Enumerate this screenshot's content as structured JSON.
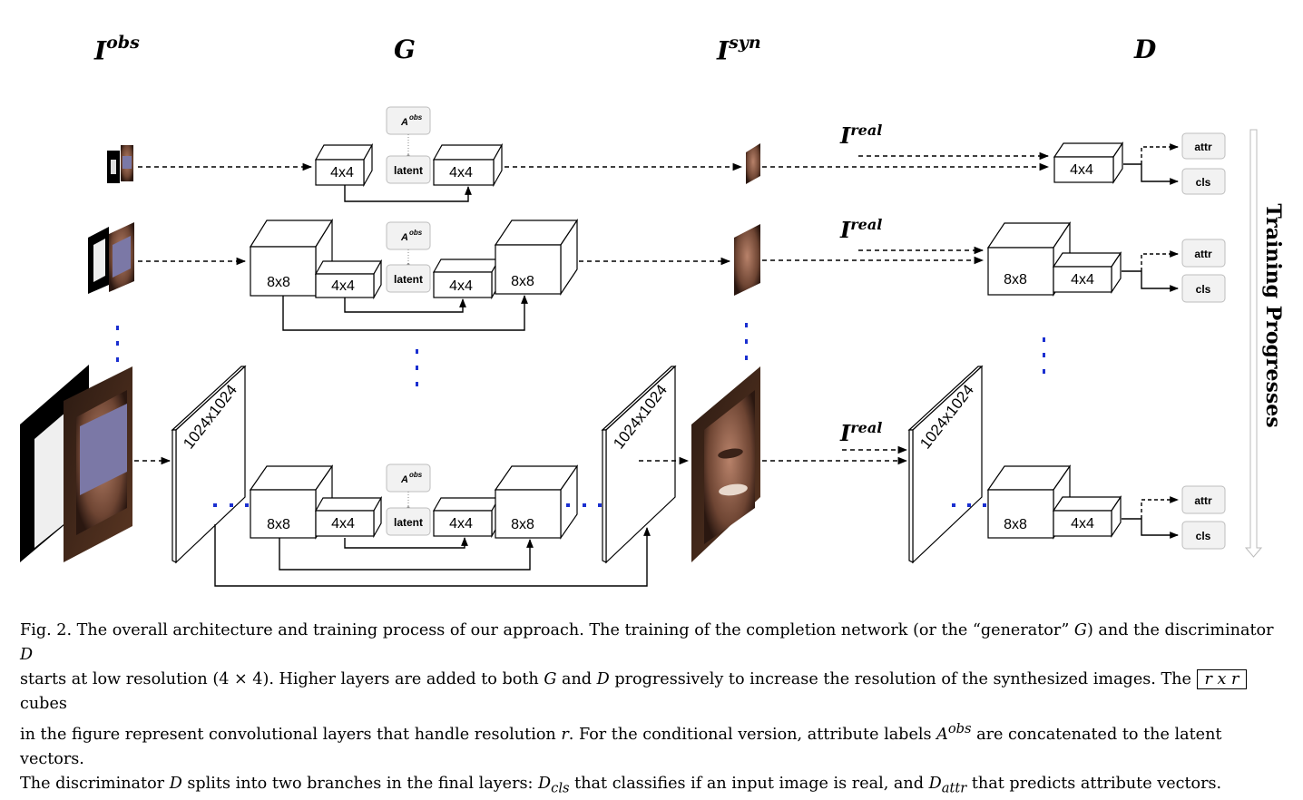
{
  "headers": {
    "iobs": {
      "base": "I",
      "sup": "obs"
    },
    "g": "G",
    "isyn": {
      "base": "I",
      "sup": "syn"
    },
    "d": "D"
  },
  "ireal": {
    "base": "I",
    "sup": "real"
  },
  "labels": {
    "aobs": "A",
    "aobs_sup": "obs",
    "latent": "latent",
    "attr": "attr",
    "cls": "cls",
    "r4": "4x4",
    "r8": "8x8",
    "r1024": "1024x1024"
  },
  "side_label": "Training Progresses",
  "caption": {
    "s1": "Fig. 2.  The overall architecture and training process of our approach. The training of the completion network (or the “generator” ",
    "g": "G",
    "s2": ") and the discriminator ",
    "d": "D",
    "s3": "starts at low resolution (4 × 4). Higher layers are added to both ",
    "s4": " and ",
    "s5": " progressively to increase the resolution of the synthesized images. The ",
    "box": "r x r",
    "s6": " cubes",
    "s7": "in the figure represent convolutional layers that handle resolution ",
    "r": "r",
    "s8": ". For the conditional version, attribute labels ",
    "a": "A",
    "a_sup": "obs",
    "s9": " are concatenated to the latent vectors.",
    "s10": "The discriminator ",
    "s11": " splits into two branches in the final layers: ",
    "dcls": "D",
    "dcls_sub": "cls",
    "s12": " that classifies if an input image is real, and ",
    "dattr": "D",
    "dattr_sub": "attr",
    "s13": " that predicts attribute vectors."
  },
  "colors": {
    "ellipsis": "#1a2fd0",
    "box_fill": "#f2f2f2",
    "box_stroke": "#bdbdbd",
    "face_skin": "#7a5a48",
    "mask": "#7b78a6"
  }
}
